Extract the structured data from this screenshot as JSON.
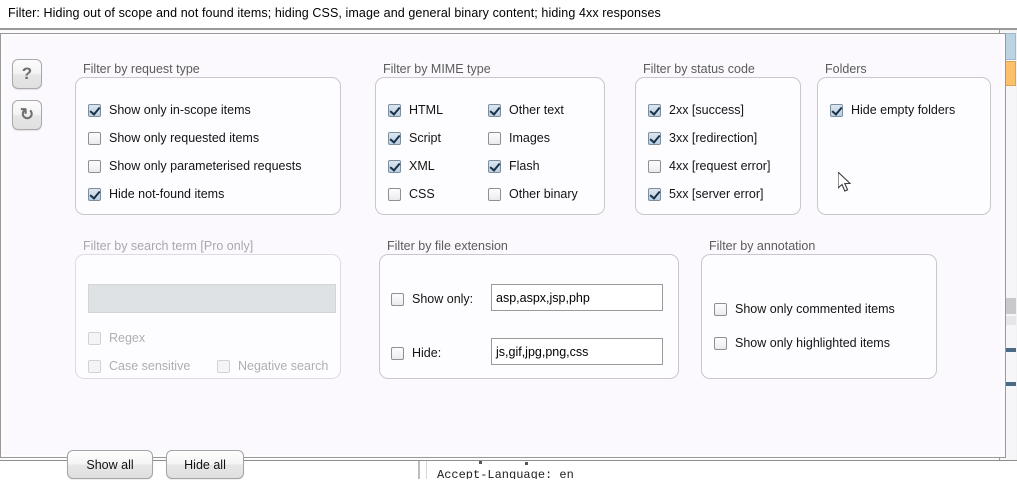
{
  "filter_bar": {
    "text": "Filter:  Hiding out of scope and not found items;  hiding CSS, image and general binary content;  hiding 4xx responses"
  },
  "side_buttons": [
    {
      "name": "help",
      "glyph": "?"
    },
    {
      "name": "refresh",
      "glyph": "↻"
    }
  ],
  "groups": {
    "request_type": {
      "legend": "Filter by request type",
      "items": [
        {
          "label": "Show only in-scope items",
          "checked": true
        },
        {
          "label": "Show only requested items",
          "checked": false
        },
        {
          "label": "Show only parameterised requests",
          "checked": false
        },
        {
          "label": "Hide not-found items",
          "checked": true
        }
      ]
    },
    "mime_type": {
      "legend": "Filter by MIME type",
      "col1": [
        {
          "label": "HTML",
          "checked": true
        },
        {
          "label": "Script",
          "checked": true
        },
        {
          "label": "XML",
          "checked": true
        },
        {
          "label": "CSS",
          "checked": false
        }
      ],
      "col2": [
        {
          "label": "Other text",
          "checked": true
        },
        {
          "label": "Images",
          "checked": false
        },
        {
          "label": "Flash",
          "checked": true
        },
        {
          "label": "Other binary",
          "checked": false
        }
      ]
    },
    "status_code": {
      "legend": "Filter by status code",
      "items": [
        {
          "label": "2xx  [success]",
          "checked": true
        },
        {
          "label": "3xx  [redirection]",
          "checked": true
        },
        {
          "label": "4xx  [request error]",
          "checked": false
        },
        {
          "label": "5xx  [server error]",
          "checked": true
        }
      ]
    },
    "folders": {
      "legend": "Folders",
      "items": [
        {
          "label": "Hide empty folders",
          "checked": true
        }
      ]
    },
    "search_term": {
      "legend": "Filter by search term [Pro only]",
      "disabled": true,
      "input_value": "",
      "input_placeholder": "",
      "items": [
        {
          "label": "Regex",
          "checked": false
        },
        {
          "label": "Case sensitive",
          "checked": false
        },
        {
          "label": "Negative search",
          "checked": false
        }
      ]
    },
    "file_extension": {
      "legend": "Filter by file extension",
      "rows": [
        {
          "label": "Show only:",
          "checked": false,
          "value": "asp,aspx,jsp,php"
        },
        {
          "label": "Hide:",
          "checked": false,
          "value": "js,gif,jpg,png,css"
        }
      ]
    },
    "annotation": {
      "legend": "Filter by annotation",
      "items": [
        {
          "label": "Show only commented items",
          "checked": false
        },
        {
          "label": "Show only highlighted items",
          "checked": false
        }
      ]
    }
  },
  "buttons": {
    "show_all": "Show all",
    "hide_all": "Hide all"
  },
  "background": {
    "mono_text": "Accept-Language: en"
  },
  "colors": {
    "accent_orange": "#fbc069",
    "accent_blue": "#bcd3e4",
    "checkbox_checked_fill": "#cddded",
    "dialog_bg": "#fbf9fd",
    "group_border": "#c9c7cd"
  }
}
